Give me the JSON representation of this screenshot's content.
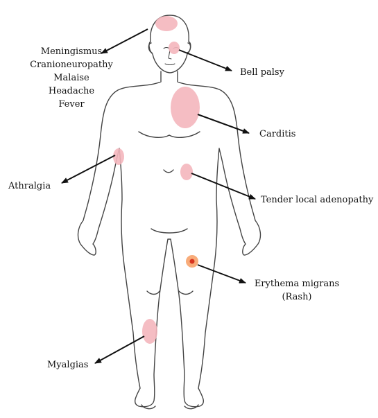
{
  "symptoms": {
    "head_group": [
      "Meningismus",
      "Cranioneuropathy",
      "Malaise",
      "Headache",
      "Fever"
    ],
    "bell_palsy": "Bell palsy",
    "carditis": "Carditis",
    "arthralgia": "Athralgia",
    "adenopathy": "Tender local adenopathy",
    "erythema": [
      "Erythema migrans",
      "(Rash)"
    ],
    "myalgias": "Myalgias"
  },
  "colors": {
    "highlight": "#f4b6bc",
    "rash_ring": "#f7a36b",
    "rash_center": "#d8341f",
    "body_outline": "#444444",
    "arrow": "#111111"
  }
}
